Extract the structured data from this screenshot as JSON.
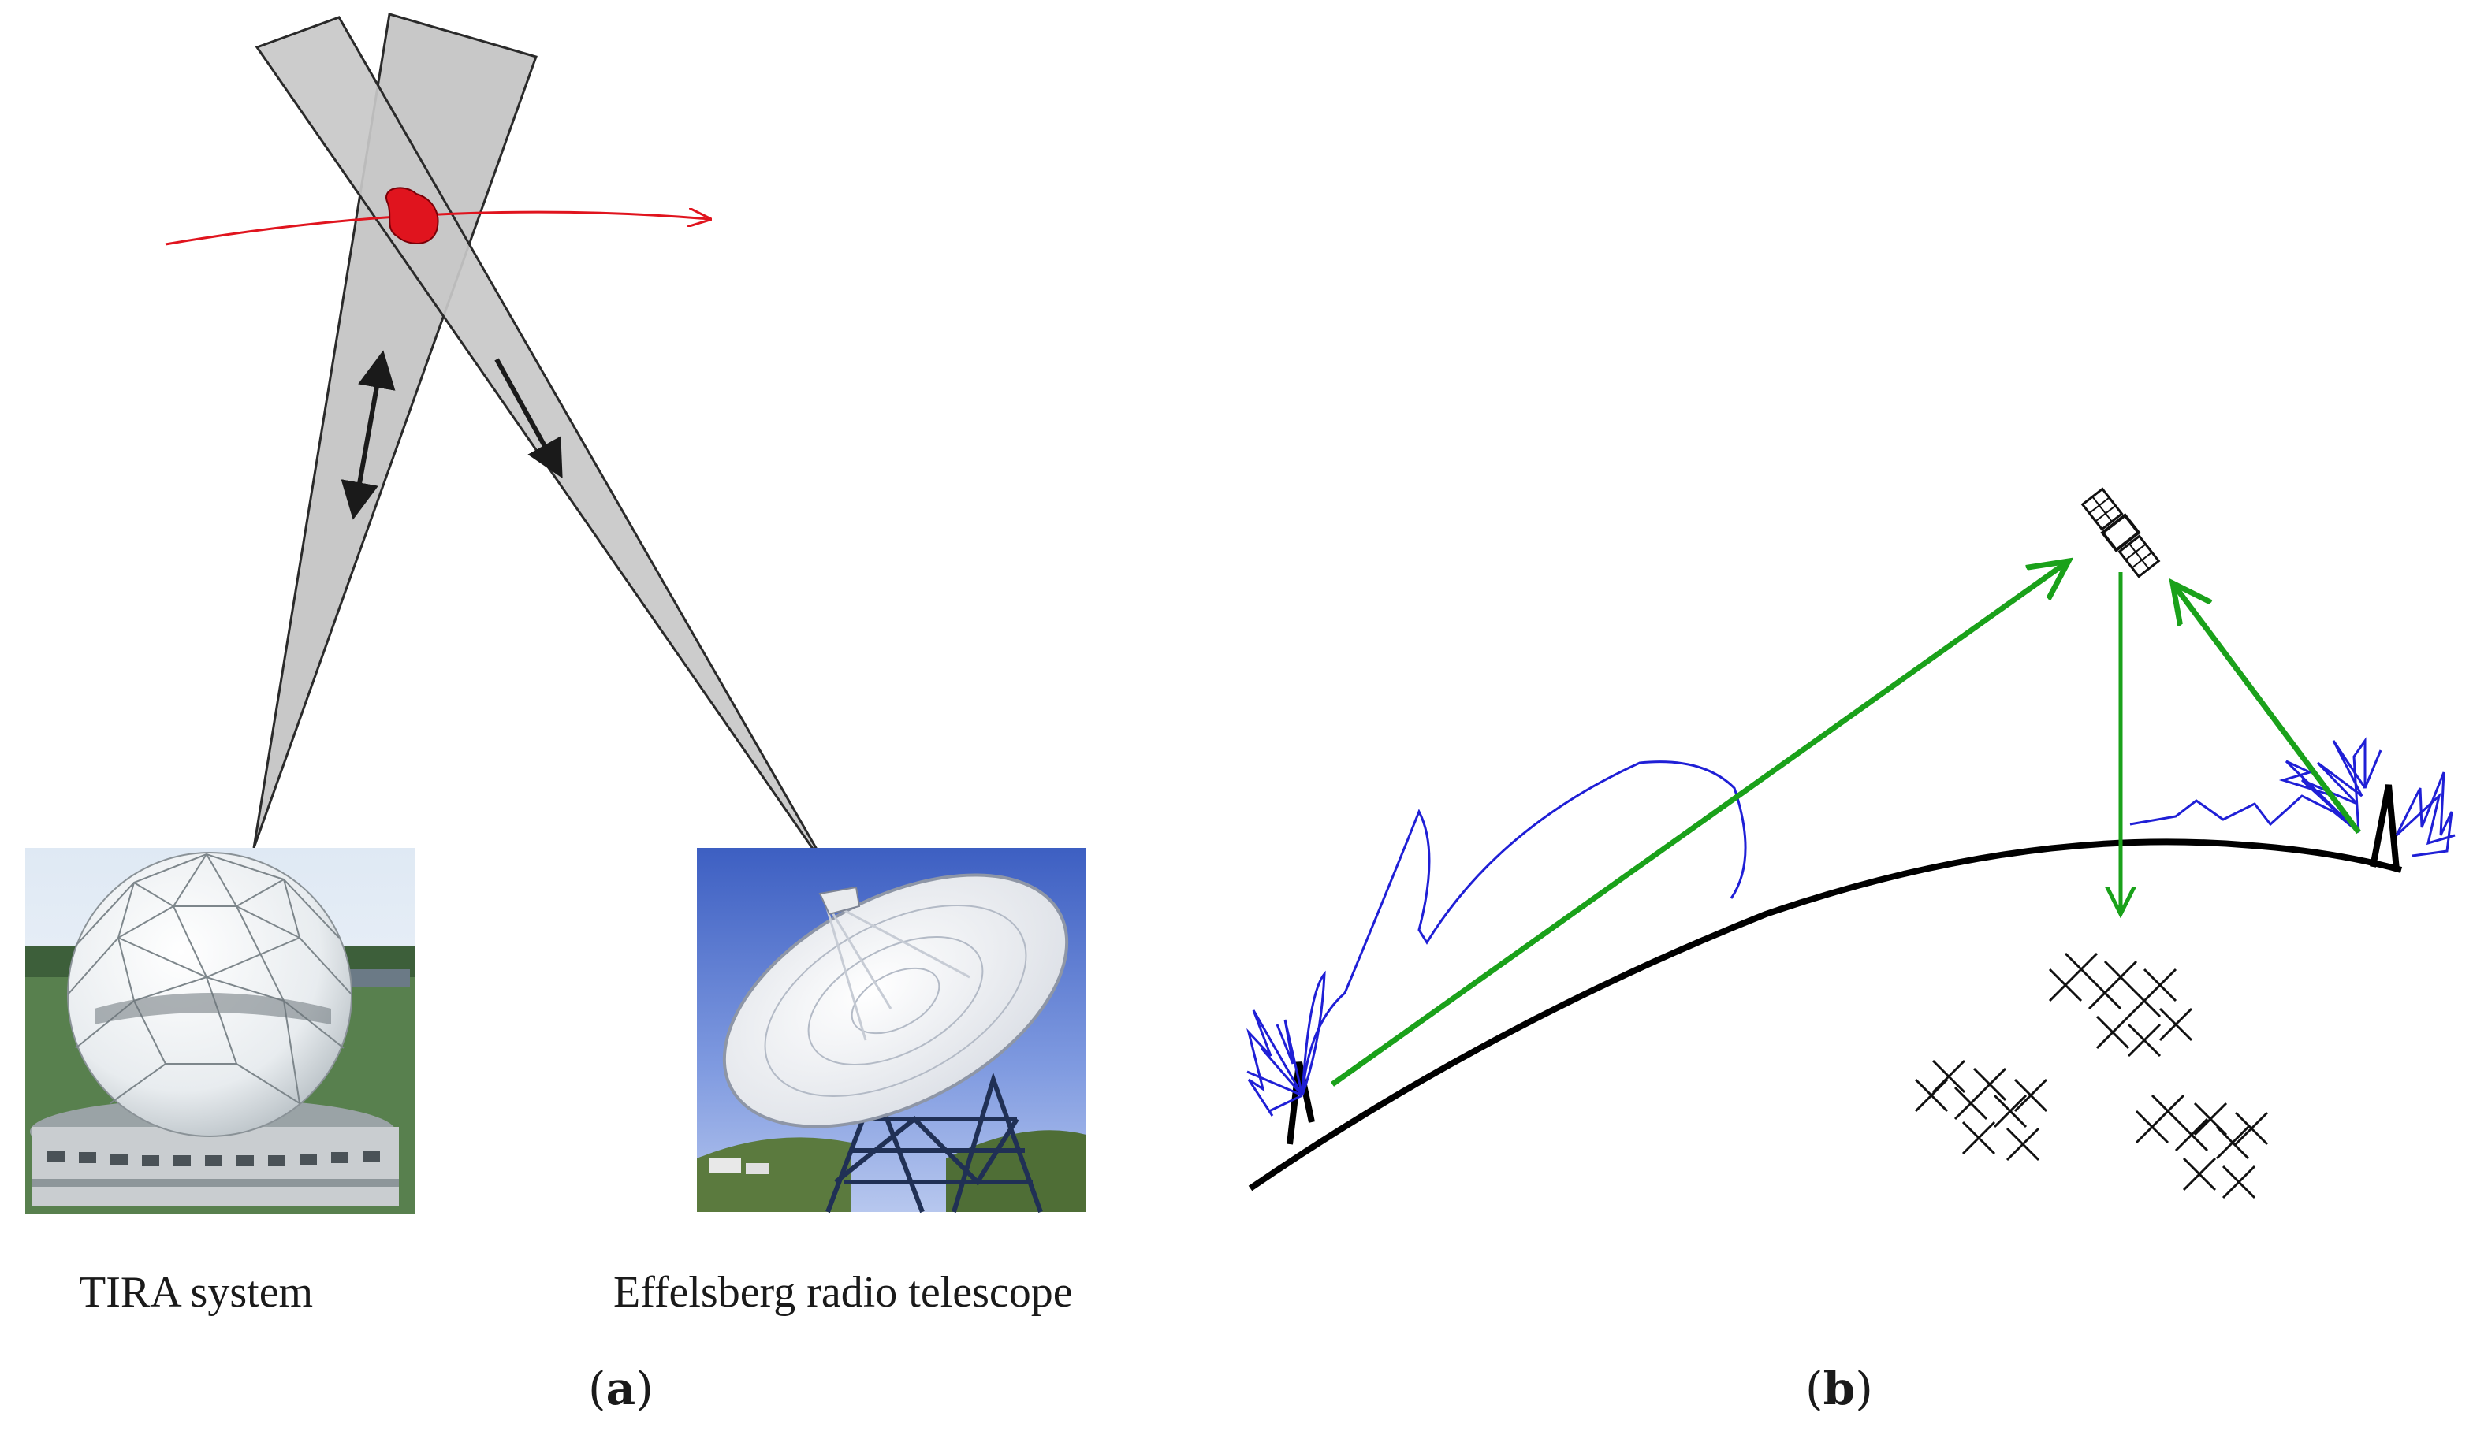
{
  "panel_a": {
    "label_open": "(",
    "label_letter": "a",
    "label_close": ")",
    "site_left_caption": "TIRA system",
    "site_right_caption": "Effelsberg radio telescope"
  },
  "panel_b": {
    "label_open": "(",
    "label_letter": "b",
    "label_close": ")"
  },
  "colors": {
    "beam_fill": "#c8c8c8",
    "object_red": "#e0141e",
    "link_green": "#1aa11a",
    "lobe_blue": "#1f1fd6",
    "earth_black": "#000000"
  }
}
